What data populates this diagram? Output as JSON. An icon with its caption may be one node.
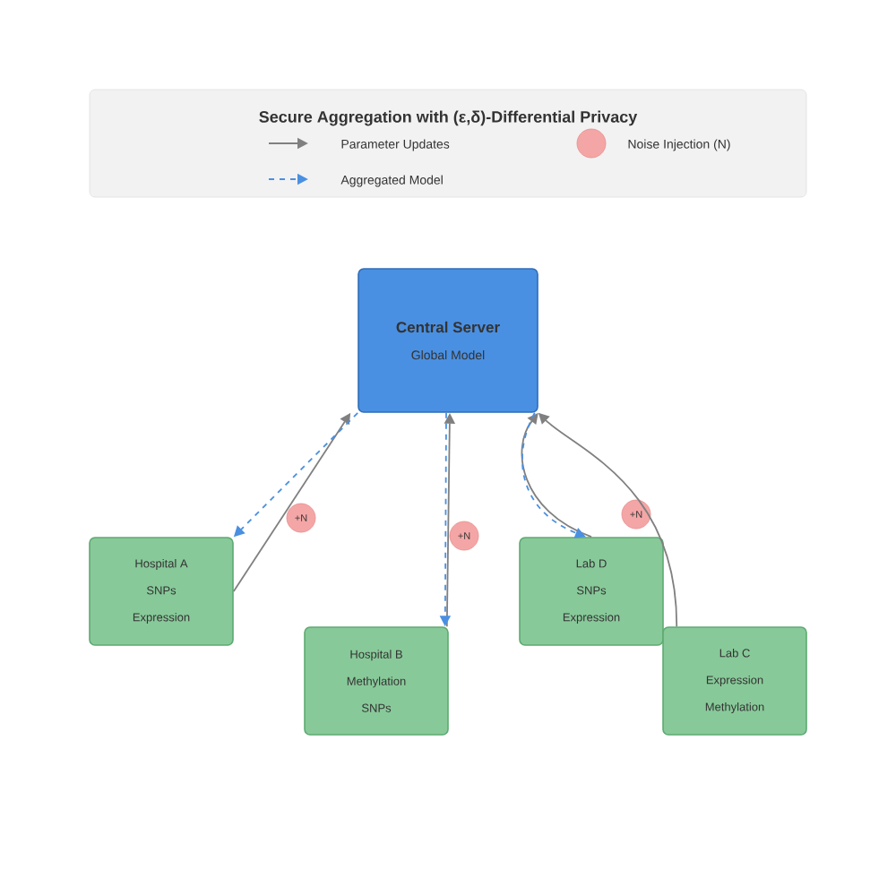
{
  "diagram": {
    "title": "Secure Aggregation with (ε,δ)-Differential Privacy",
    "nodes": [
      {
        "text": [
          "Central Server",
          "Global Model"
        ]
      },
      {
        "text": [
          "Hospital A",
          "SNPs",
          "Expression"
        ]
      },
      {
        "text": [
          "Hospital B",
          "Methylation",
          "SNPs"
        ]
      },
      {
        "text": [
          "Lab D",
          "SNPs",
          "Expression"
        ]
      },
      {
        "text": [
          "Lab C",
          "Expression",
          "Methylation"
        ]
      },
      {
        "text": [
          "+N"
        ]
      },
      {
        "text": [
          "+N"
        ]
      },
      {
        "text": [
          "+N"
        ]
      }
    ],
    "edges": [
      {
        "from": 1,
        "to": 0,
        "arrow": "to"
      },
      {
        "from": 2,
        "to": 0,
        "arrow": "to"
      },
      {
        "from": 3,
        "to": 0,
        "arrow": "to"
      },
      {
        "from": 4,
        "to": 0,
        "arrow": "to"
      },
      {
        "from": 0,
        "to": 1,
        "arrow": "to",
        "style": "dashed",
        "color": "#4a90e2"
      },
      {
        "from": 0,
        "to": 2,
        "arrow": "to",
        "style": "dashed",
        "color": "#4a90e2"
      },
      {
        "from": 0,
        "to": 3,
        "arrow": "to",
        "style": "dashed",
        "color": "#4a90e2"
      }
    ],
    "legend": [
      {
        "text": "Parameter Updates"
      },
      {
        "text": "Aggregated Model"
      },
      {
        "text": "Noise Injection (N)"
      }
    ]
  }
}
